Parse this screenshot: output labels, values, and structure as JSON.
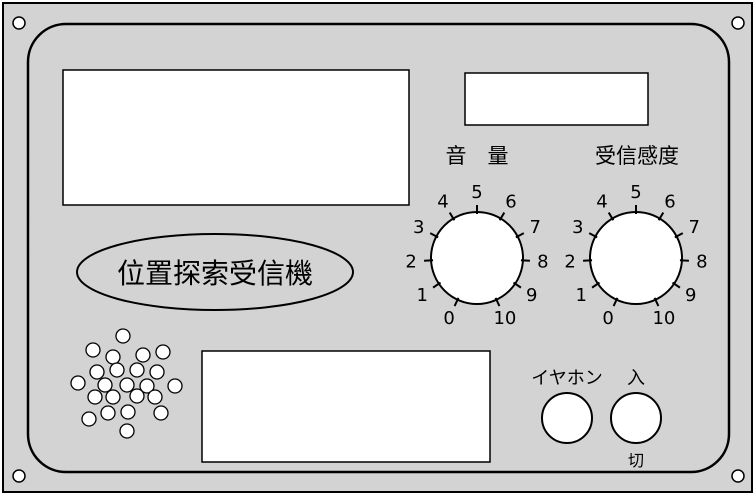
{
  "title_label": "位置探索受信機",
  "volume_label": "音　量",
  "sensitivity_label": "受信感度",
  "earphone_label": "イヤホン",
  "power_on_label": "入",
  "power_off_label": "切",
  "dial_scale": [
    "0",
    "1",
    "2",
    "3",
    "4",
    "5",
    "6",
    "7",
    "8",
    "9",
    "10"
  ],
  "colors": {
    "panel": "#d3d3d3",
    "line": "#000000",
    "window": "#ffffff"
  }
}
